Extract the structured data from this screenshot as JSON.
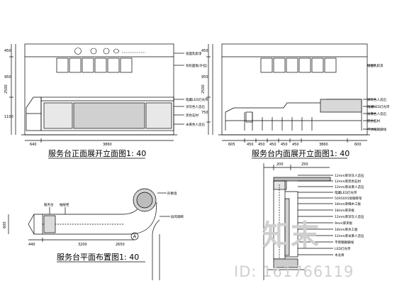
{
  "titles": {
    "front_elevation": "服务台正面展开立面图1: 40",
    "inner_elevation": "服务台内面展开立面图1: 40",
    "plan": "服务台平面布置图1: 40"
  },
  "section_marker": "A",
  "front": {
    "height_dims": [
      "450",
      "950",
      "1100",
      "2500"
    ],
    "width_dims": [
      "640",
      "3860"
    ],
    "notes": [
      "墙面乳胶漆",
      "有机面板(外挂)",
      "暗藏LED灯光带",
      "深灰色人造石",
      "黑色石材",
      "米黄色人造石"
    ]
  },
  "inner": {
    "height_dims": [
      "450",
      "950",
      "750",
      "2500"
    ],
    "width_dims": [
      "605",
      "450",
      "450",
      "450",
      "450",
      "450",
      "3860",
      "600"
    ],
    "notes": [
      "墙面乳胶漆",
      "深灰色人造石",
      "暗藏LED灯光带",
      "米黄色人造石",
      "黑色石材",
      "不锈钢踢脚线"
    ]
  },
  "plan": {
    "dims": [
      "440",
      "3200",
      "2650",
      "600"
    ],
    "notes": [
      "服务台",
      "抽屉柜",
      "形象墙",
      "屏风隔断"
    ]
  },
  "section": {
    "dims": [
      "200",
      "250"
    ],
    "notes": [
      "12mm厚深灰人造石",
      "12mm厚黑色石材",
      "12mm厚米黄人造石",
      "暗藏LED灯光带",
      "50X50X5角钢骨架",
      "18mm厚细木工板",
      "18mm厚夹板",
      "12mm厚深灰人造石",
      "9mm厚夹板",
      "18mm厚木工板",
      "12mm厚米黄人造石",
      "不锈钢踢脚线",
      "LED灯光带",
      "木龙骨"
    ]
  },
  "watermark": {
    "brand": "知末",
    "id": "ID: 161766119"
  }
}
